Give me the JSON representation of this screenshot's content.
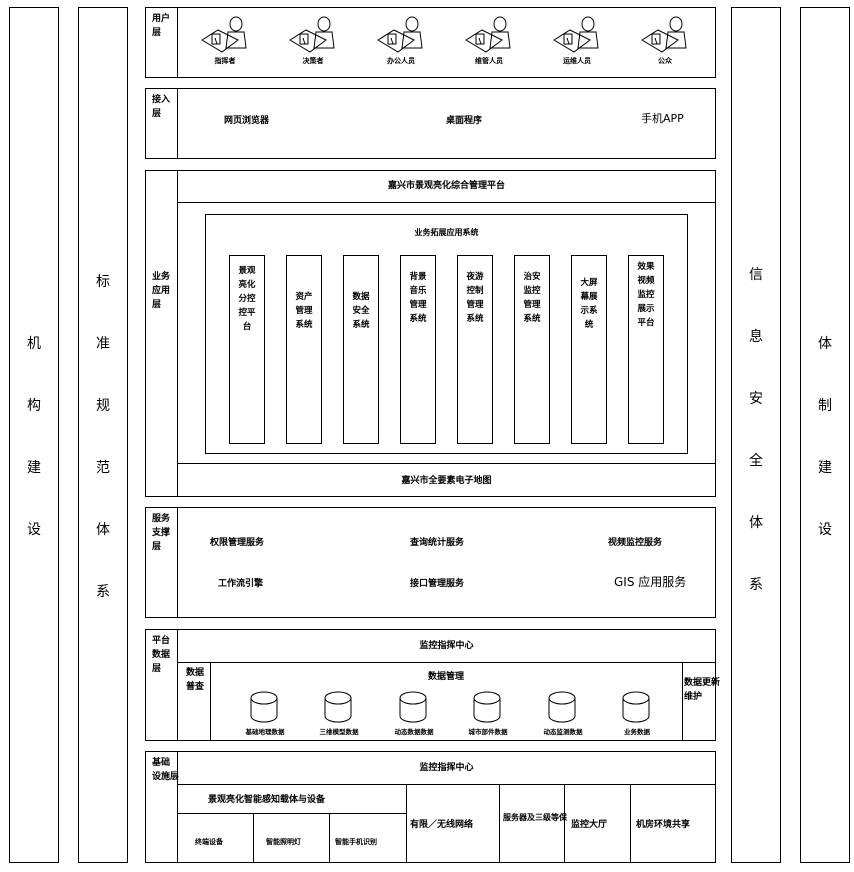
{
  "side_columns": {
    "org": "机\n构\n建\n设",
    "standard": "标\n准\n规\n范\n体\n系",
    "security": "信\n息\n安\n全\n体\n系",
    "institution": "体\n制\n建\n设"
  },
  "user_layer": {
    "title": "用户\n层",
    "users": [
      "指挥者",
      "决策者",
      "办公人员",
      "维管人员",
      "运维人员",
      "公众"
    ]
  },
  "access_layer": {
    "title": "接入\n层",
    "items": [
      "网页浏览器",
      "桌面程序",
      "手机APP"
    ]
  },
  "business_layer": {
    "title": "业务\n应用\n层",
    "platform": "嘉兴市景观亮化综合管理平台",
    "subsystem_title": "业务拓展应用系统",
    "systems": [
      "景观\n亮化\n分控\n控平\n台",
      "资产\n管理\n系统",
      "数据\n安全\n系统",
      "背景\n音乐\n管理\n系统",
      "夜游\n控制\n管理\n系统",
      "治安\n监控\n管理\n系统",
      "大屏\n幕展\n示系\n统",
      "效果\n视频\n监控\n展示\n平台"
    ],
    "map": "嘉兴市全要素电子地图"
  },
  "service_layer": {
    "title": "服务\n支撑\n层",
    "items": [
      "权限管理服务",
      "查询统计服务",
      "视频监控服务",
      "工作流引擎",
      "接口管理服务",
      "GIS 应用服务"
    ]
  },
  "data_layer": {
    "title": "平台\n数据\n层",
    "center": "监控指挥中心",
    "survey": "数据\n普查",
    "mgmt": "数据管理",
    "update": "数据更新\n维护",
    "databases": [
      "基础地理数据",
      "三维模型数据",
      "动态数据数据",
      "城市部件数据",
      "动态监测数据",
      "业务数据"
    ]
  },
  "infra_layer": {
    "title": "基础\n设施层",
    "center": "监控指挥中心",
    "iot": "景观亮化智能感知载体与设备",
    "devices": [
      "终端设备",
      "智能照明灯",
      "智能手机识别"
    ],
    "network": "有限／无线网络",
    "server": "服务器及三级等保",
    "hall": "监控大厅",
    "room": "机房环境共享"
  }
}
